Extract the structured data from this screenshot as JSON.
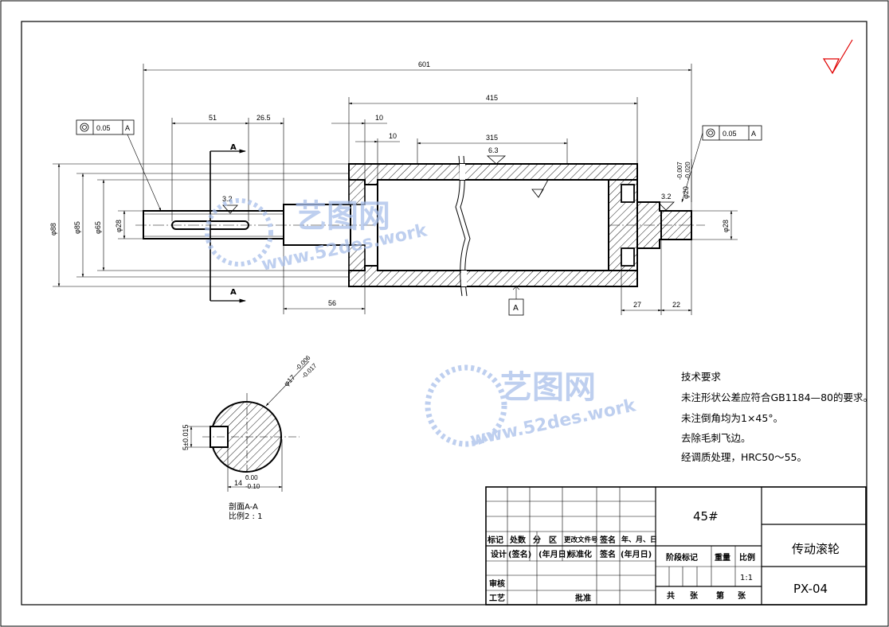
{
  "dimensions": {
    "overall_length": "601",
    "barrel_length": "415",
    "inner_length": "315",
    "step_10a": "10",
    "step_10b": "10",
    "keyway_len": "51",
    "keyway_offset": "26.5",
    "shaft_len": "56",
    "flange_27": "27",
    "end_22": "22",
    "dia_88": "φ88",
    "dia_85a": "φ85",
    "dia_85b": "φ65",
    "dia_28_left": "φ28",
    "dia_28_right": "φ28",
    "dia_20": "φ20",
    "dia_20_tol_up": "-0.007",
    "dia_20_tol_low": "-0.020",
    "section_dia": "φ17",
    "section_dia_tol_up": "-0.006",
    "section_dia_tol_low": "-0.017",
    "key_width": "5±0.015",
    "key_depth": "14",
    "key_depth_tol_up": "0.00",
    "key_depth_tol_low": "-0.10"
  },
  "annotations": {
    "section_marker": "A",
    "datum": "A",
    "roughness_left": "3.2",
    "roughness_right": "3.2",
    "roughness_top": "6.3",
    "coax_left_value": "0.05",
    "coax_left_ref": "A",
    "coax_right_value": "0.05",
    "coax_right_ref": "A",
    "section_title": "剖面A-A",
    "section_scale": "比例2 : 1"
  },
  "requirements": {
    "title": "技术要求",
    "lines": [
      "未注形状公差应符合GB1184—80的要求。",
      "未注倒角均为1×45°。",
      "去除毛刺飞边。",
      "经调质处理，HRC50～55。"
    ]
  },
  "title_block": {
    "material": "45#",
    "part_name": "传动滚轮",
    "drawing_no": "PX-04",
    "scale_value": "1:1",
    "row_labels": {
      "mark": "标记",
      "count": "处数",
      "zone": "分　区",
      "change_doc": "更改文件号",
      "sign": "签名",
      "date": "年、月、日",
      "design": "设计",
      "sign2": "(签名)",
      "date2": "(年月日)",
      "standardize": "标准化",
      "sign3": "签名",
      "date3": "(年月日)",
      "review": "审核",
      "process": "工艺",
      "approve": "批准",
      "stage": "阶段标记",
      "weight": "重量",
      "scale": "比例",
      "total": "共",
      "sheets": "张",
      "sheet_no": "第",
      "sheet_unit": "张"
    }
  },
  "watermark": {
    "brand": "艺图网",
    "url": "www.52des.work"
  },
  "colors": {
    "line": "#000000",
    "roughness_mark": "#e00000",
    "watermark": "#a9bfea"
  }
}
